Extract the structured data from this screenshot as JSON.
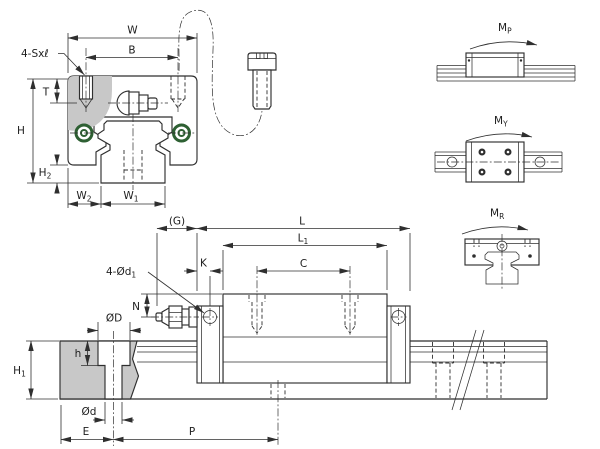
{
  "front_view": {
    "labels": {
      "W": "W",
      "B": "B",
      "screw_note": "4-Sxℓ",
      "T": "T",
      "H": "H",
      "H2": {
        "base": "H",
        "sub": "2"
      },
      "W2": {
        "base": "W",
        "sub": "2"
      },
      "W1": {
        "base": "W",
        "sub": "1"
      }
    }
  },
  "side_view": {
    "labels": {
      "G": "(G)",
      "L": "L",
      "L1": {
        "base": "L",
        "sub": "1"
      },
      "K": "K",
      "C": "C",
      "hole_note": {
        "base": "4-Ød",
        "sub": "1"
      },
      "N": "N",
      "OD": "ØD",
      "h": "h",
      "H1": {
        "base": "H",
        "sub": "1"
      },
      "Od": "Ød",
      "E": "E",
      "P": "P"
    }
  },
  "moment_diagrams": {
    "pitch": {
      "base": "M",
      "sub": "P"
    },
    "yaw": {
      "base": "M",
      "sub": "Y"
    },
    "roll": {
      "base": "M",
      "sub": "R"
    }
  },
  "colors": {
    "line": "#2f2f2f",
    "section_shade": "#c8c8c8",
    "seal_green": "#2e6033",
    "background": "#ffffff"
  }
}
